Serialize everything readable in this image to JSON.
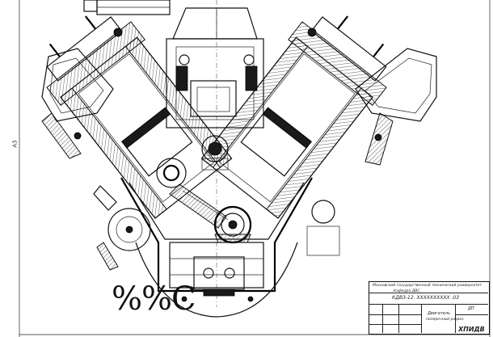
{
  "drawing": {
    "subject": "V-engine cross-section",
    "margin_mark": "А3",
    "sketch_note": "%%C"
  },
  "title_block": {
    "header_line1": "Московский государственный технический университет",
    "header_line2": "Кафедра ДВС",
    "doc_code": "КДВ3-12. ХХХХХХХХХХ .03",
    "drawing_name": "Двигатель",
    "drawing_name2": "поперечный разрез",
    "sheet": "ДП",
    "organization": "ХПИДВ"
  },
  "colors": {
    "ink": "#111111",
    "paper": "#ffffff"
  }
}
